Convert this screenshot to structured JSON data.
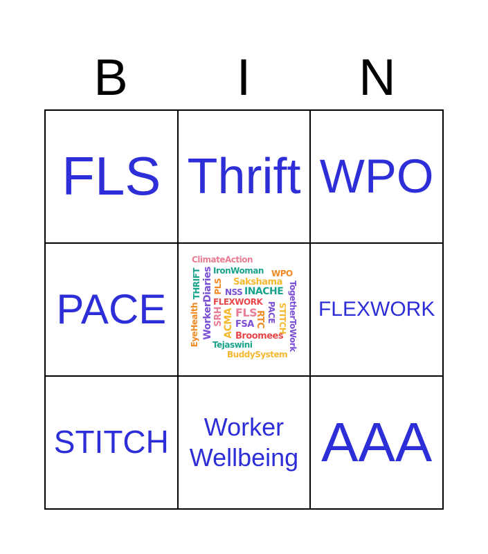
{
  "header": [
    "B",
    "I",
    "N"
  ],
  "cells": [
    {
      "text": "FLS"
    },
    {
      "text": "Thrift"
    },
    {
      "text": "WPO"
    },
    {
      "text": "PACE"
    },
    {
      "text": "",
      "image": "word-cloud"
    },
    {
      "text": "FLEXWORK"
    },
    {
      "text": "STITCH"
    },
    {
      "text": "Worker Wellbeing",
      "lines": [
        "Worker",
        "Wellbeing"
      ]
    },
    {
      "text": "AAA"
    }
  ],
  "word_cloud": [
    "ClimateAction",
    "IronWoman",
    "WPO",
    "THRIFT",
    "WorkerDiaries",
    "PLS",
    "Sakshama",
    "NSS",
    "INACHE",
    "TogetherToWork",
    "FLEXWORK",
    "PACE",
    "STITCH",
    "EyeHealth",
    "SRH",
    "ACMA",
    "FLS",
    "RTC",
    "FSA",
    "Broomees",
    "Tejaswini",
    "BuddySystem"
  ],
  "colors": {
    "text": "#2e2ed8",
    "pink": "#e87d94",
    "teal": "#1aa38c",
    "orange": "#f08a24",
    "purple": "#7b4fd6",
    "yellow": "#f5b82e",
    "red": "#e8474a"
  }
}
